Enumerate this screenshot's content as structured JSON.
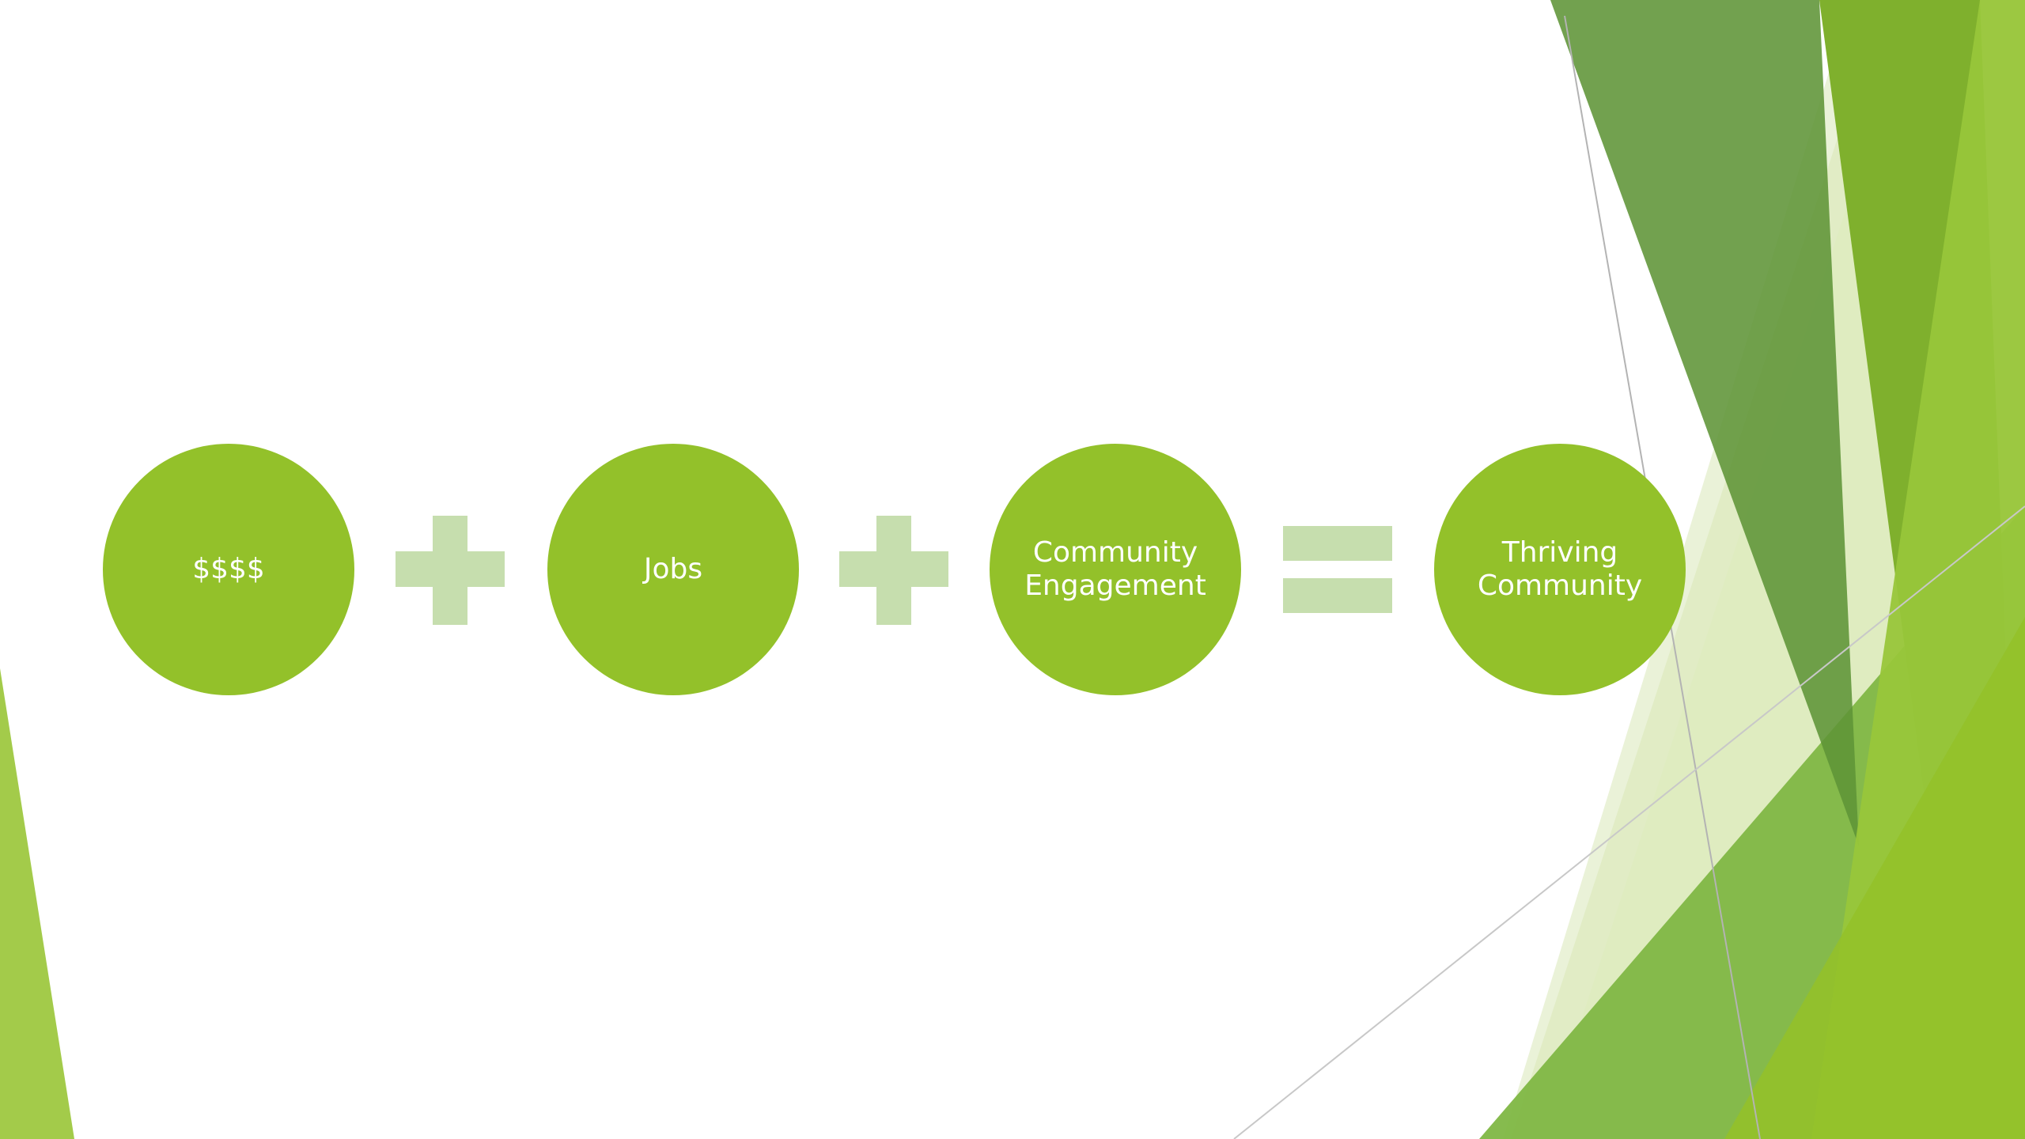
{
  "diagram": {
    "nodes": [
      {
        "id": "money",
        "label": "$$$$"
      },
      {
        "id": "jobs",
        "label": "Jobs"
      },
      {
        "id": "engagement",
        "label": "Community Engagement"
      },
      {
        "id": "result",
        "label": "Thriving Community"
      }
    ],
    "operators": [
      "plus-icon",
      "plus-icon",
      "equals-icon"
    ]
  },
  "colors": {
    "circle_fill": "#93c12a",
    "operator_fill": "#c6deae",
    "shape_dark": "#5f9437",
    "shape_mid": "#80b12f",
    "shape_light": "#a3cb4a",
    "shape_pale": "#dceab9"
  }
}
